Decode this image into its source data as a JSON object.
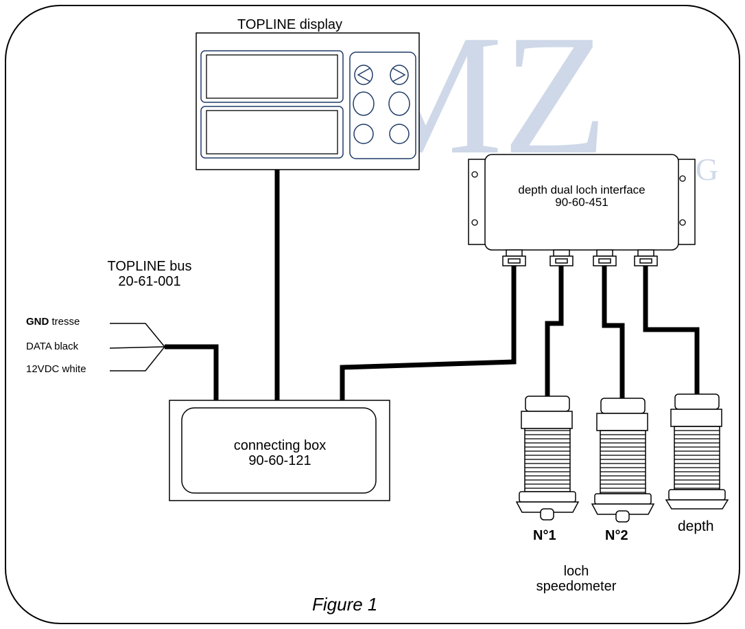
{
  "diagram": {
    "watermark": {
      "brand": "AMZ",
      "sub": "YACHTING"
    },
    "display": {
      "title": "TOPLINE display"
    },
    "bus": {
      "name": "TOPLINE bus",
      "code": "20-61-001"
    },
    "wires": {
      "gnd_strong": "GND",
      "gnd_rest": " tresse",
      "data": "DATA black",
      "power": "12VDC white"
    },
    "connecting_box": {
      "name": "connecting box",
      "code": "90-60-121"
    },
    "interface": {
      "name": "depth dual loch interface",
      "code": "90-60-451"
    },
    "sensors": {
      "n1": "N°1",
      "n2": "N°2",
      "depth": "depth"
    },
    "loch_group": {
      "line1": "loch",
      "line2": "speedometer"
    },
    "figure_caption": "Figure 1",
    "colors": {
      "panel_border": "#1f3a66",
      "cable": "#000000",
      "watermark": "#c9d4e6"
    }
  }
}
